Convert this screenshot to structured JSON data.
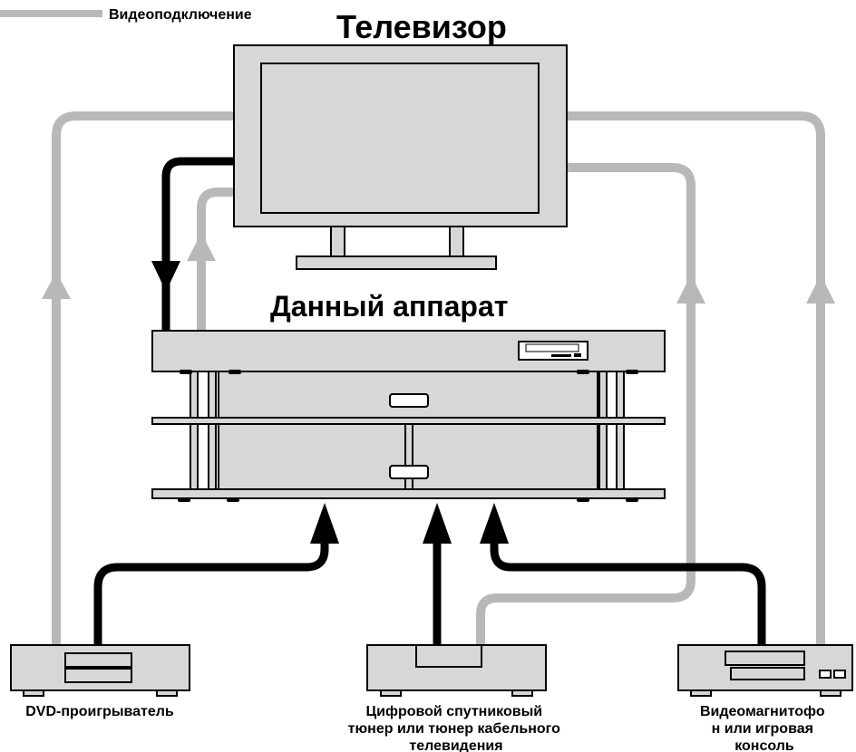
{
  "legend": {
    "label": "Видеоподключение",
    "color": "#b8b8b8"
  },
  "labels": {
    "tv": "Телевизор",
    "unit": "Данный аппарат",
    "dvd": "DVD-проигрыватель",
    "tuner": [
      "Цифровой спутниковый",
      "тюнер или тюнер кабельного",
      "телевидения"
    ],
    "vcr": [
      "Видеомагнитофо",
      "н или игровая",
      "консоль"
    ]
  },
  "colors": {
    "video_cable": "#b8b8b8",
    "audio_cable": "#000000",
    "device_fill": "#d7d7d7"
  }
}
